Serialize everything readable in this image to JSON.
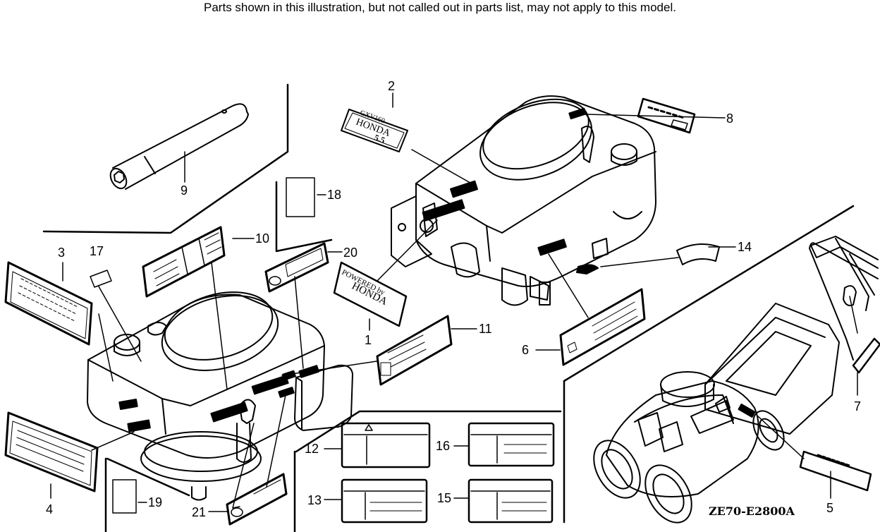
{
  "caption": "Parts shown in this illustration, but not called out in parts list, may not apply to this model.",
  "diagram_code": "ZE70-E2800A",
  "callouts": {
    "c1": "1",
    "c2": "2",
    "c3": "3",
    "c4": "4",
    "c5": "5",
    "c6": "6",
    "c7": "7",
    "c8": "8",
    "c9": "9",
    "c10": "10",
    "c11": "11",
    "c12": "12",
    "c13": "13",
    "c14": "14",
    "c15": "15",
    "c16": "16",
    "c17": "17",
    "c18": "18",
    "c19": "19",
    "c20": "20",
    "c21": "21"
  },
  "label_text": {
    "powered_by_line1": "POWERED by",
    "powered_by_line2": "HONDA",
    "emblem_brand": "HONDA",
    "emblem_model_top": "GXV160",
    "emblem_model_bottom": "5.5"
  }
}
